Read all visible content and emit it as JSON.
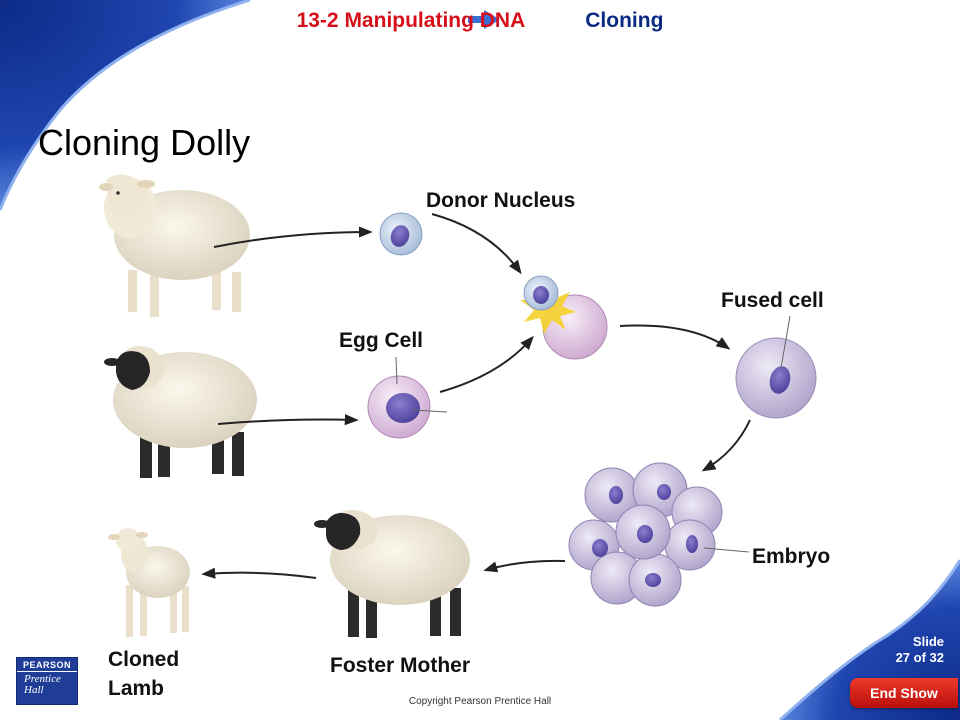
{
  "header": {
    "section": "13-2 Manipulating DNA",
    "arrow_icon": "right-arrow-icon",
    "topic": "Cloning"
  },
  "title": "Cloning Dolly",
  "labels": {
    "donor_nucleus": "Donor Nucleus",
    "egg_cell": "Egg Cell",
    "fused_cell": "Fused cell",
    "embryo": "Embryo",
    "foster_mother": "Foster Mother",
    "cloned_line1": "Cloned",
    "cloned_line2": "Lamb"
  },
  "footer": {
    "copyright": "Copyright Pearson Prentice Hall",
    "slide_word": "Slide",
    "slide_position": "27 of 32",
    "end_show": "End Show",
    "logo_top": "PEARSON",
    "logo_line1": "Prentice",
    "logo_line2": "Hall"
  },
  "colors": {
    "header_section": "#d6101a",
    "header_topic": "#0a2a83",
    "corner_blue": "#1e3ea0",
    "end_show_red": "#d4201a"
  }
}
